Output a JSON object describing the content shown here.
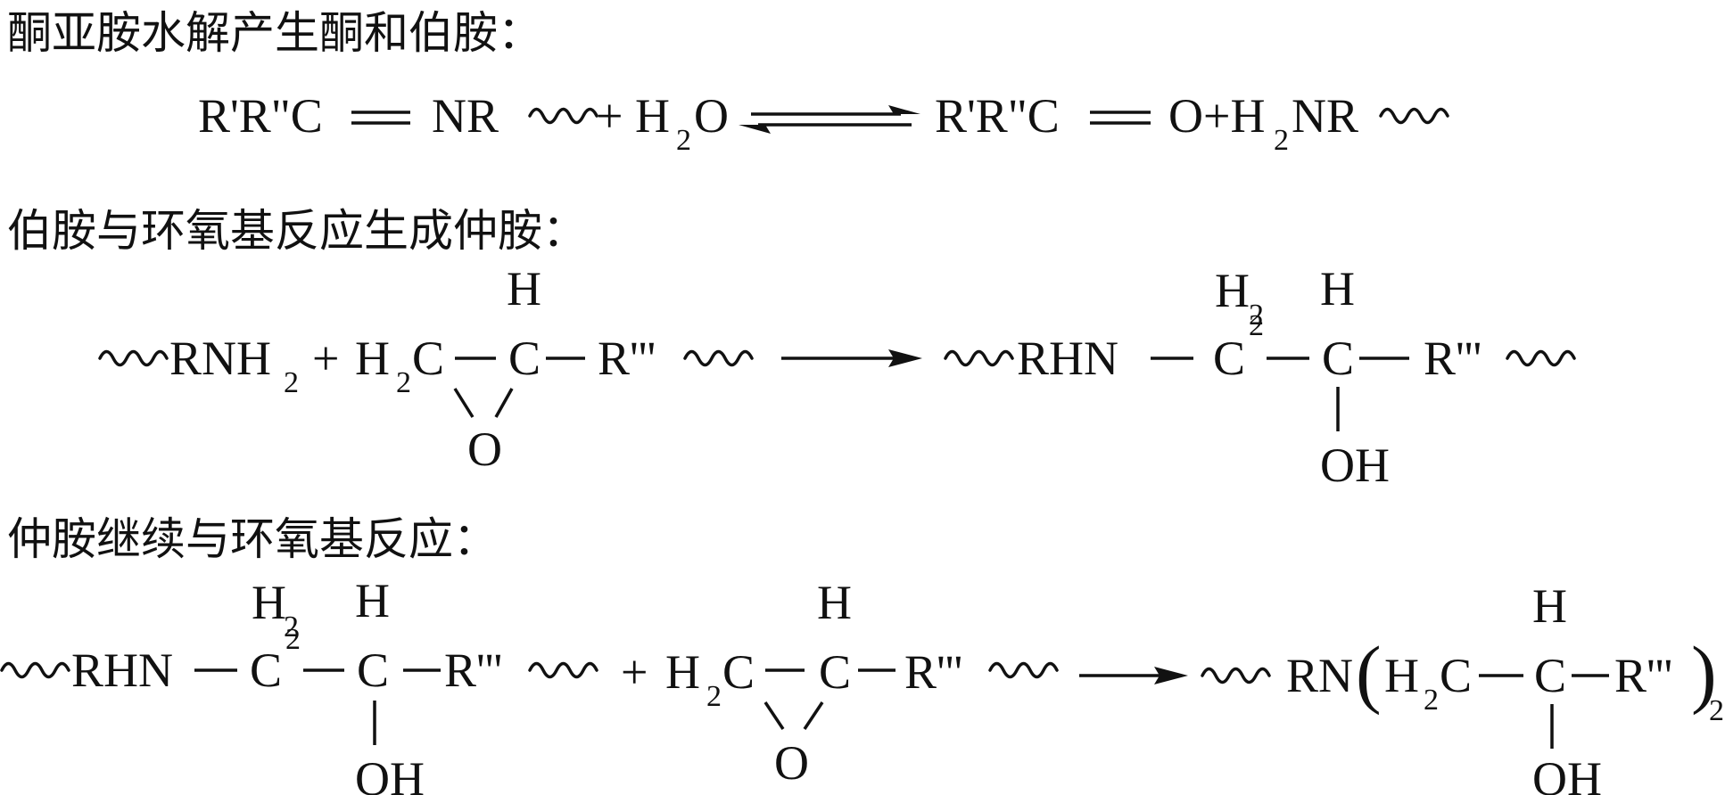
{
  "headings": {
    "h1": "酮亚胺水解产生酮和伯胺：",
    "h2": "伯胺与环氧基反应生成仲胺：",
    "h3": "仲胺继续与环氧基反应："
  },
  "eq1": {
    "ketimine": "R'R\"C",
    "nr": "NR",
    "plus": "+",
    "water_h": "H",
    "water_sub": "2",
    "water_o": "O",
    "ketone": "R'R\"C",
    "o_plus_h": "O+H",
    "amine_sub": "2",
    "amine": "NR"
  },
  "eq2": {
    "rnh": "RNH",
    "rnh_sub": "2",
    "plus": "+",
    "h": "H",
    "h2c_h": "H",
    "h2c_sub": "2",
    "h2c_c": "C",
    "c": "C",
    "r3": "R'''",
    "o": "O",
    "rhn": "RHN",
    "ch2_h": "H",
    "ch2_hsub": "2",
    "ch2_c": "C",
    "ch2_csub": "2",
    "ch_h": "H",
    "ch_c": "C",
    "p_r3": "R'''",
    "oh": "OH"
  },
  "eq3": {
    "rhn": "RHN",
    "ch2_h": "H",
    "ch2_hsub": "2",
    "ch2_c": "C",
    "ch2_csub": "2",
    "ch_h": "H",
    "ch_c": "C",
    "r3": "R'''",
    "oh": "OH",
    "plus": "+",
    "ep_h2c_h": "H",
    "ep_h2c_sub": "2",
    "ep_h2c_c": "C",
    "ep_h": "H",
    "ep_c": "C",
    "ep_r3": "R'''",
    "ep_o": "O",
    "rn": "RN",
    "open_paren": "(",
    "p_h2c_h": "H",
    "p_h2c_sub": "2",
    "p_h2c_c": "C",
    "p_h": "H",
    "p_c": "C",
    "p_r3": "R'''",
    "close_paren": ")",
    "p_sub": "2",
    "p_oh": "OH"
  }
}
